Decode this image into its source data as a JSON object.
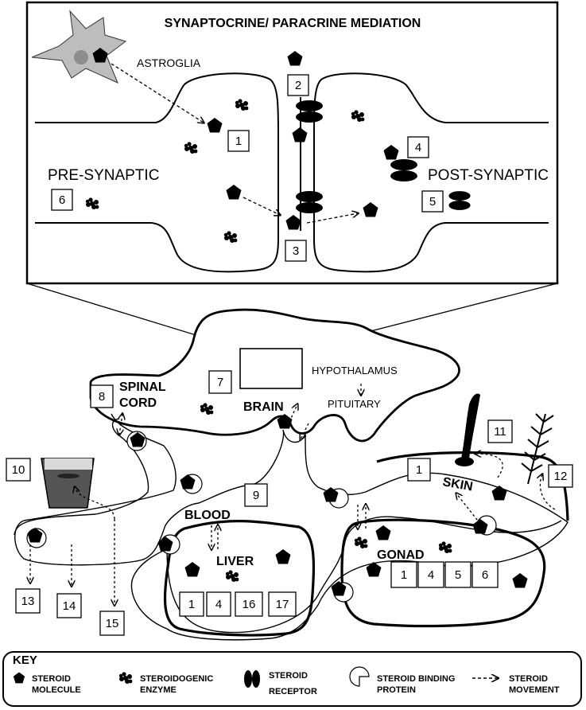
{
  "synapse": {
    "title": "SYNAPTOCRINE/ PARACRINE MEDIATION",
    "astroglia": "ASTROGLIA",
    "pre_synaptic": "PRE-SYNAPTIC",
    "post_synaptic": "POST-SYNAPTIC",
    "numbers": [
      "1",
      "2",
      "3",
      "4",
      "5",
      "6"
    ]
  },
  "body": {
    "hypothalamus": "HYPOTHALAMUS",
    "pituitary": "PITUITARY",
    "brain": "BRAIN",
    "spinal_cord_line1": "SPINAL",
    "spinal_cord_line2": "CORD",
    "blood": "BLOOD",
    "liver": "LIVER",
    "skin": "SKIN",
    "gonad": "GONAD",
    "numbers": {
      "n7": "7",
      "n8": "8",
      "n9": "9",
      "n10": "10",
      "n11": "11",
      "n12": "12",
      "n13": "13",
      "n14": "14",
      "n15": "15",
      "skin1": "1",
      "liver": [
        "1",
        "4",
        "16",
        "17"
      ],
      "gonad": [
        "1",
        "4",
        "5",
        "6"
      ]
    }
  },
  "key": {
    "title": "KEY",
    "items": [
      {
        "line1": "STEROID",
        "line2": "MOLECULE",
        "icon": "pentagon-icon"
      },
      {
        "line1": "STEROIDOGENIC",
        "line2": "ENZYME",
        "icon": "enzyme-cluster-icon"
      },
      {
        "line1": "STEROID",
        "line2": "RECEPTOR",
        "icon": "receptor-icon"
      },
      {
        "line1": "STEROID BINDING",
        "line2": "PROTEIN",
        "icon": "binding-protein-icon"
      },
      {
        "line1": "STEROID",
        "line2": "MOVEMENT",
        "icon": "dashed-arrow-icon"
      }
    ]
  }
}
